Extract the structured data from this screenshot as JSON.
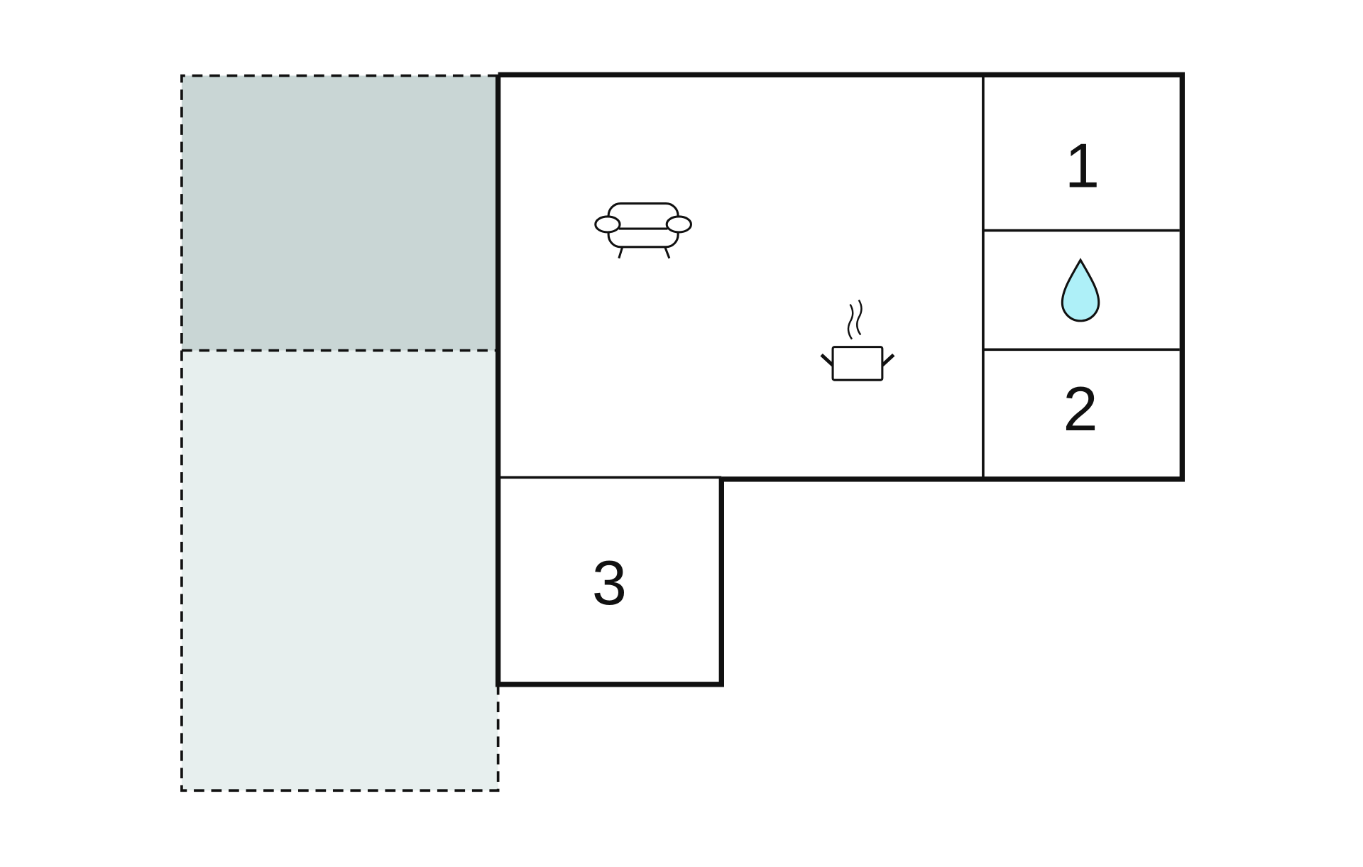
{
  "floorplan": {
    "rooms": [
      {
        "id": "bedroom-1",
        "label": "1"
      },
      {
        "id": "bedroom-2",
        "label": "2"
      },
      {
        "id": "bedroom-3",
        "label": "3"
      }
    ],
    "icons": [
      "sofa-icon",
      "cooking-pot-icon",
      "water-drop-icon"
    ],
    "colors": {
      "terrace_dark": "#c9d6d5",
      "terrace_light": "#e7efee",
      "water_drop": "#aef0f8",
      "wall": "#111111"
    }
  }
}
